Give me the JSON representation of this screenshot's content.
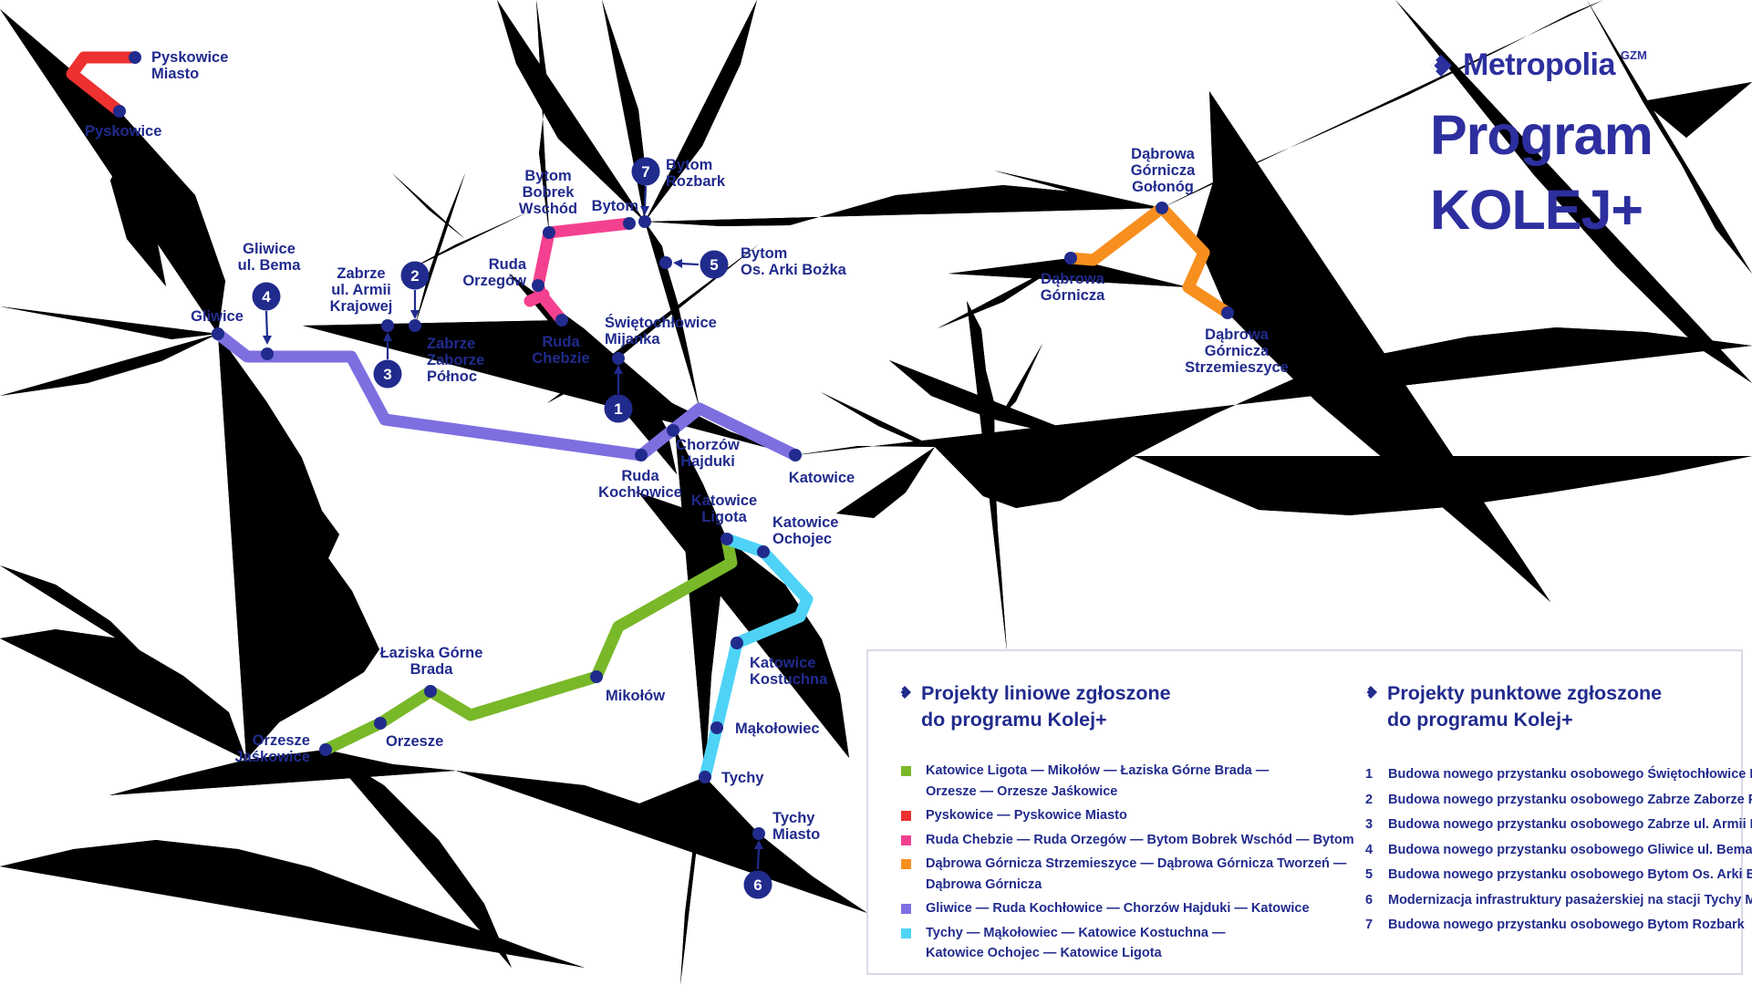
{
  "colors": {
    "navy": "#212b8d",
    "brand_blue": "#2d2f9f",
    "green": "#79b829",
    "red": "#ed3130",
    "pink": "#f4418f",
    "orange": "#f78f1f",
    "purple": "#7d6fe0",
    "cyan": "#4ed3f7",
    "rail_gray": "#d6d7e4",
    "legend_border": "#d9dae6"
  },
  "brand": {
    "logo_text": "Metropolia",
    "logo_sup": "GZM",
    "title_line1": "Program",
    "title_line2": "KOLEJ+"
  },
  "map": {
    "badges": [
      "1",
      "2",
      "3",
      "4",
      "5",
      "6",
      "7"
    ],
    "labels": {
      "pyskowice_miasto": [
        "Pyskowice",
        "Miasto"
      ],
      "pyskowice": [
        "Pyskowice"
      ],
      "gliwice": [
        "Gliwice"
      ],
      "gliwice_bema": [
        "Gliwice",
        "ul. Bema"
      ],
      "zabrze_armii": [
        "Zabrze",
        "ul. Armii",
        "Krajowej"
      ],
      "zabrze_zaborze": [
        "Zabrze",
        "Zaborze",
        "Północ"
      ],
      "ruda_orzegow": [
        "Ruda",
        "Orzegów"
      ],
      "ruda_chebzie": [
        "Ruda",
        "Chebzie"
      ],
      "bytom_bobrek": [
        "Bytom",
        "Bobrek",
        "Wschód"
      ],
      "bytom": [
        "Bytom"
      ],
      "bytom_rozbark": [
        "Bytom",
        "Rozbark"
      ],
      "bytom_arki": [
        "Bytom",
        "Os. Arki Bożka"
      ],
      "swietochlowice": [
        "Świętochłowice",
        "Mijanka"
      ],
      "chorzow_hajduki": [
        "Chorzów",
        "Hajduki"
      ],
      "ruda_kochlowice": [
        "Ruda",
        "Kochłowice"
      ],
      "katowice": [
        "Katowice"
      ],
      "katowice_ligota": [
        "Katowice",
        "Ligota"
      ],
      "katowice_ochojec": [
        "Katowice",
        "Ochojec"
      ],
      "katowice_kostuchna": [
        "Katowice",
        "Kostuchna"
      ],
      "makolowiec": [
        "Mąkołowiec"
      ],
      "tychy": [
        "Tychy"
      ],
      "tychy_miasto": [
        "Tychy",
        "Miasto"
      ],
      "mikolow": [
        "Mikołów"
      ],
      "orzesze": [
        "Orzesze"
      ],
      "orzesze_jaskowice": [
        "Orzesze",
        "Jaśkowice"
      ],
      "laziska": [
        "Łaziska Górne",
        "Brada"
      ],
      "dabrowa_gornicza": [
        "Dąbrowa",
        "Górnicza"
      ],
      "dabrowa_golonog": [
        "Dąbrowa",
        "Górnicza",
        "Gołonóg"
      ],
      "dabrowa_strzemieszyce": [
        "Dąbrowa",
        "Górnicza",
        "Strzemieszyce"
      ]
    }
  },
  "legend": {
    "linear": {
      "heading_line1": "Projekty liniowe zgłoszone",
      "heading_line2": "do programu Kolej+",
      "items": [
        {
          "color": "green",
          "lines": [
            "Katowice Ligota — Mikołów — Łaziska Górne Brada —",
            "Orzesze — Orzesze Jaśkowice"
          ]
        },
        {
          "color": "red",
          "lines": [
            "Pyskowice — Pyskowice Miasto"
          ]
        },
        {
          "color": "pink",
          "lines": [
            "Ruda Chebzie — Ruda Orzegów — Bytom Bobrek Wschód — Bytom"
          ]
        },
        {
          "color": "orange",
          "lines": [
            "Dąbrowa Górnicza Strzemieszyce — Dąbrowa Górnicza Tworzeń —",
            "Dąbrowa Górnicza"
          ]
        },
        {
          "color": "purple",
          "lines": [
            "Gliwice — Ruda Kochłowice — Chorzów Hajduki — Katowice"
          ]
        },
        {
          "color": "cyan",
          "lines": [
            "Tychy — Mąkołowiec — Katowice Kostuchna —",
            "Katowice Ochojec — Katowice Ligota"
          ]
        }
      ]
    },
    "point": {
      "heading_line1": "Projekty punktowe zgłoszone",
      "heading_line2": "do programu Kolej+",
      "items": [
        {
          "num": "1",
          "text": "Budowa nowego przystanku osobowego Świętochłowice Mijanka"
        },
        {
          "num": "2",
          "text": "Budowa nowego przystanku osobowego Zabrze Zaborze Północ"
        },
        {
          "num": "3",
          "text": "Budowa nowego przystanku osobowego Zabrze ul. Armii Krajowej"
        },
        {
          "num": "4",
          "text": "Budowa nowego przystanku osobowego Gliwice ul. Bema"
        },
        {
          "num": "5",
          "text": "Budowa nowego przystanku osobowego Bytom Os. Arki Bożka"
        },
        {
          "num": "6",
          "text": "Modernizacja infrastruktury pasażerskiej na stacji Tychy Miasto"
        },
        {
          "num": "7",
          "text": "Budowa nowego przystanku osobowego Bytom Rozbark"
        }
      ]
    }
  }
}
